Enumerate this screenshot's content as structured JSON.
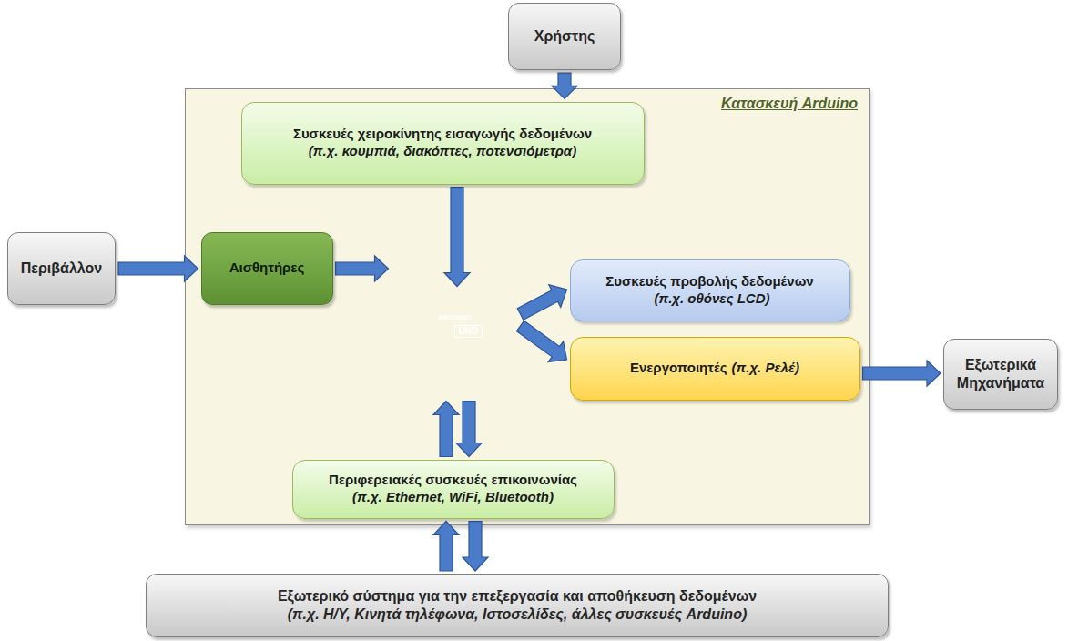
{
  "diagram": {
    "nodes": [
      {
        "text": [
          "Χρήστης"
        ]
      },
      {
        "text": [
          "Κατασκευή Arduino"
        ]
      },
      {
        "text": [
          "Συσκευές χειροκίνητης εισαγωγής δεδομένων",
          "(π.χ. κουμπιά, διακόπτες, ποτενσιόμετρα)"
        ],
        "in": 1
      },
      {
        "text": [
          "Περιβάλλον"
        ]
      },
      {
        "text": [
          "Αισθητήρες"
        ],
        "in": 1
      },
      {
        "text": [
          "ARDUINO",
          "UNO"
        ],
        "in": 1
      },
      {
        "text": [
          "Συσκευές προβολής δεδομένων",
          "(π.χ. οθόνες LCD)"
        ],
        "in": 1
      },
      {
        "text": [
          "Ενεργοποιητές",
          "(π.χ. Ρελέ)"
        ],
        "in": 1
      },
      {
        "text": [
          "Εξωτερικά Μηχανήματα"
        ]
      },
      {
        "text": [
          "Περιφερειακές συσκευές επικοινωνίας",
          "(π.χ. Ethernet, WiFi, Bluetooth)"
        ],
        "in": 1
      },
      {
        "text": [
          "Εξωτερικό σύστημα για την επεξεργασία και αποθήκευση δεδομένων",
          "(π.χ. Η/Υ, Κινητά τηλέφωνα, Ιστοσελίδες, άλλες συσκευές Arduino)"
        ]
      }
    ],
    "edges": [
      {
        "from": 0,
        "to": 2,
        "arrow": "to"
      },
      {
        "from": 2,
        "to": 5,
        "arrow": "to"
      },
      {
        "from": 3,
        "to": 4,
        "arrow": "to"
      },
      {
        "from": 4,
        "to": 5,
        "arrow": "to"
      },
      {
        "from": 5,
        "to": 6,
        "arrow": "to"
      },
      {
        "from": 5,
        "to": 7,
        "arrow": "to"
      },
      {
        "from": 7,
        "to": 8,
        "arrow": "to"
      },
      {
        "from": 9,
        "to": 5,
        "arrow": "to"
      },
      {
        "from": 5,
        "to": 9,
        "arrow": "to"
      },
      {
        "from": 10,
        "to": 9,
        "arrow": "to"
      },
      {
        "from": 9,
        "to": 10,
        "arrow": "to"
      }
    ]
  }
}
